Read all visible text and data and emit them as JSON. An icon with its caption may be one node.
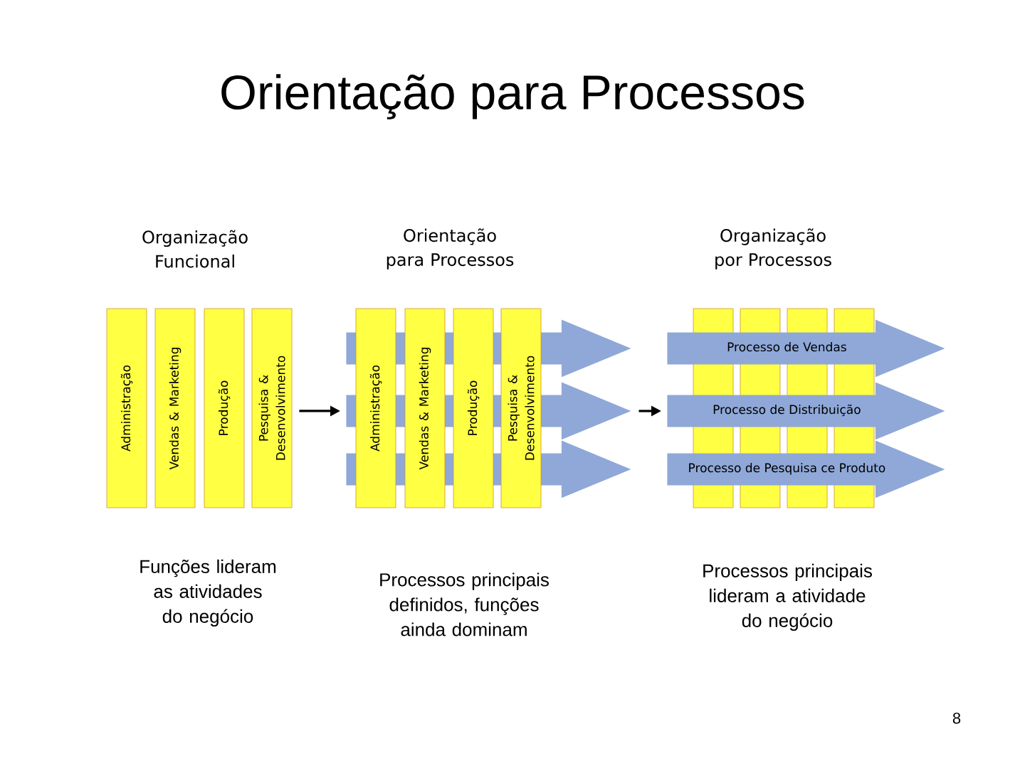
{
  "diagram": {
    "title": "Orientação para Processos",
    "nodes": [
      {
        "text": [
          "Administração"
        ]
      },
      {
        "text": [
          "Vendas & Marketing"
        ]
      },
      {
        "text": [
          "Produção"
        ]
      },
      {
        "text": [
          "Pesquisa & Desenvolvimento"
        ]
      },
      {
        "text": [
          "Administração"
        ]
      },
      {
        "text": [
          "Vendas & Marketing"
        ]
      },
      {
        "text": [
          "Produção"
        ]
      },
      {
        "text": [
          "Pesquisa & Desenvolvimento"
        ]
      },
      {
        "text": [],
        "shape": "arrow"
      },
      {
        "text": [],
        "shape": "arrow"
      },
      {
        "text": [],
        "shape": "arrow"
      },
      {
        "text": [],
        "shape": "bar"
      },
      {
        "text": [],
        "shape": "bar"
      },
      {
        "text": [],
        "shape": "bar"
      },
      {
        "text": [],
        "shape": "bar"
      },
      {
        "text": [
          "Processo de Vendas"
        ]
      },
      {
        "text": [
          "Processo de Distribuição"
        ]
      },
      {
        "text": [
          "Processo de Pesquisa ce Produto"
        ]
      }
    ],
    "edges": [
      {
        "from": 3,
        "to": 9,
        "arrow": "to"
      },
      {
        "from": 9,
        "to": 16,
        "arrow": "to"
      }
    ],
    "labels": [
      "Organização Funcional",
      "Orientação para Processos",
      "Organização por Processos",
      "Funções lideram as atividades do negócio",
      "Processos principais definidos, funções ainda dominam",
      "Processos principais lideram a atividade do negócio",
      "8"
    ]
  }
}
